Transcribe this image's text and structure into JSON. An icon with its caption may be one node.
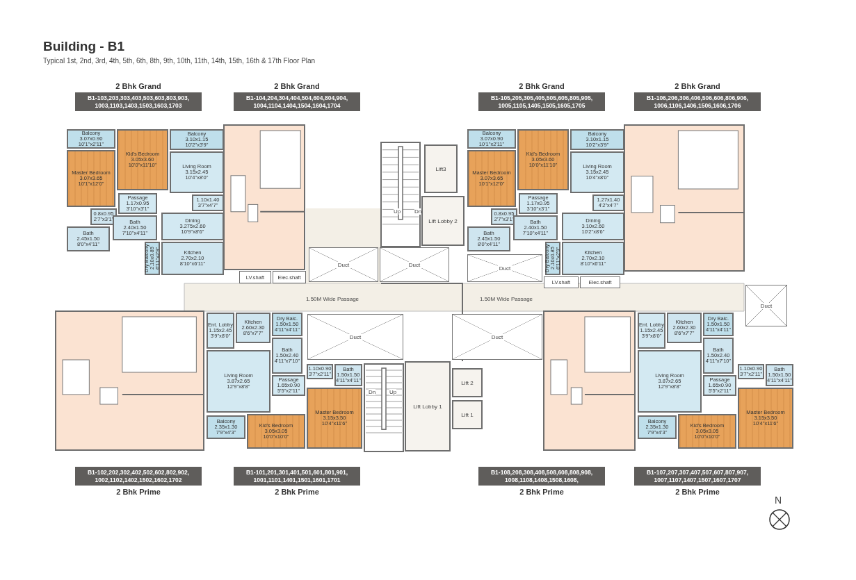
{
  "diagram": {
    "title": "Building - B1",
    "nodes": [
      {
        "text": [
          "2 Bhk Grand",
          "B1-103,203,303,403,503,603,803,903, 1003,1103,1403,1503,1603,1703"
        ]
      },
      {
        "text": [
          "2 Bhk Grand",
          "B1-104,204,304,404,504,604,804,904, 1004,1104,1404,1504,1604,1704"
        ]
      },
      {
        "text": [
          "2 Bhk Grand",
          "B1-105,205,305,405,505,605,805,905, 1005,1105,1405,1505,1605,1705"
        ]
      },
      {
        "text": [
          "2 Bhk Grand",
          "B1-106,206,306,406,506,606,806,906, 1006,1106,1406,1506,1606,1706"
        ]
      },
      {
        "text": [
          "Balcony",
          "3.07x0.90",
          "10'1\"x2'11\""
        ]
      },
      {
        "text": [
          "Kid's Bedroom",
          "3.05x3.60",
          "10'0\"x11'10\""
        ]
      },
      {
        "text": [
          "Balcony",
          "3.10x1.15",
          "10'2\"x3'9\""
        ]
      },
      {
        "text": [
          "Master Bedroom",
          "3.07x3.65",
          "10'1\"x12'0\""
        ]
      },
      {
        "text": [
          "Living Room",
          "3.15x2.45",
          "10'4\"x8'0\""
        ]
      },
      {
        "text": [
          "0.8x0.95",
          "2'7\"x3'1\""
        ]
      },
      {
        "text": [
          "Passage",
          "1.17x0.95",
          "3'10\"x3'1\""
        ]
      },
      {
        "text": [
          "1.10x1.40",
          "3'7\"x4'7\""
        ]
      },
      {
        "text": [
          "Bath",
          "2.45x1.50",
          "8'0\"x4'11\""
        ]
      },
      {
        "text": [
          "Bath",
          "2.40x1.50",
          "7'10\"x4'11\""
        ]
      },
      {
        "text": [
          "Dining",
          "3.275x2.60",
          "10'9\"x8'6\""
        ]
      },
      {
        "text": [
          "Dry Balcony",
          "2.10x0.85",
          "6'11\"x2'9\""
        ]
      },
      {
        "text": [
          "Kitchen",
          "2.70x2.10",
          "8'10\"x6'11\""
        ]
      },
      {
        "text": [
          "Balcony",
          "3.07x0.90",
          "10'1\"x2'11\""
        ]
      },
      {
        "text": [
          "Kid's Bedroom",
          "3.05x3.60",
          "10'0\"x11'10\""
        ]
      },
      {
        "text": [
          "Balcony",
          "3.10x1.15",
          "10'2\"x3'9\""
        ]
      },
      {
        "text": [
          "Master Bedroom",
          "3.07x3.65",
          "10'1\"x12'0\""
        ]
      },
      {
        "text": [
          "Living Room",
          "3.15x2.45",
          "10'4\"x8'0\""
        ]
      },
      {
        "text": [
          "0.8x0.95",
          "2'7\"x3'1\""
        ]
      },
      {
        "text": [
          "Passage",
          "1.17x0.95",
          "3'10\"x3'1\""
        ]
      },
      {
        "text": [
          "1.27x1.40",
          "4'2\"x4'7\""
        ]
      },
      {
        "text": [
          "Bath",
          "2.45x1.50",
          "8'0\"x4'11\""
        ]
      },
      {
        "text": [
          "Bath",
          "2.40x1.50",
          "7'10\"x4'11\""
        ]
      },
      {
        "text": [
          "Dining",
          "3.10x2.60",
          "10'2\"x8'6\""
        ]
      },
      {
        "text": [
          "Dry Balcony",
          "2.10x0.85",
          "6'11\"x2'9\""
        ]
      },
      {
        "text": [
          "Kitchen",
          "2.70x2.10",
          "8'10\"x6'11\""
        ]
      },
      {
        "text": [
          "Lift3"
        ]
      },
      {
        "text": [
          "Lift Lobby 2"
        ]
      },
      {
        "text": [
          "Duct"
        ]
      },
      {
        "text": [
          "Duct"
        ]
      },
      {
        "text": [
          "Duct"
        ]
      },
      {
        "text": [
          "LV.shaft"
        ]
      },
      {
        "text": [
          "Elec.shaft"
        ]
      },
      {
        "text": [
          "LV.shaft"
        ]
      },
      {
        "text": [
          "Elec.shaft"
        ]
      },
      {
        "text": [
          "Duct"
        ]
      },
      {
        "text": [
          "Duct"
        ]
      },
      {
        "text": [
          "Duct"
        ]
      },
      {
        "text": [
          "Ent. Lobby",
          "1.15x2.45",
          "3'9\"x8'0\""
        ]
      },
      {
        "text": [
          "Kitchen",
          "2.60x2.30",
          "8'6\"x7'7\""
        ]
      },
      {
        "text": [
          "Dry Balc.",
          "1.50x1.50",
          "4'11\"x4'11\""
        ]
      },
      {
        "text": [
          "Bath",
          "1.50x2.40",
          "4'11\"x7'10\""
        ]
      },
      {
        "text": [
          "Living Room",
          "3.87x2.65",
          "12'9\"x8'8\""
        ]
      },
      {
        "text": [
          "Passage",
          "1.65x0.90",
          "5'5\"x2'11\""
        ]
      },
      {
        "text": [
          "1.10x0.90",
          "3'7\"x2'11\""
        ]
      },
      {
        "text": [
          "Bath",
          "1.50x1.50",
          "4'11\"x4'11\""
        ]
      },
      {
        "text": [
          "Balcony",
          "2.35x1.30",
          "7'9\"x4'3\""
        ]
      },
      {
        "text": [
          "Kid's Bedroom",
          "3.05x3.05",
          "10'0\"x10'0\""
        ]
      },
      {
        "text": [
          "Master Bedroom",
          "3.15x3.50",
          "10'4\"x11'6\""
        ]
      },
      {
        "text": [
          "Ent. Lobby",
          "1.15x2.45",
          "3'9\"x8'0\""
        ]
      },
      {
        "text": [
          "Kitchen",
          "2.60x2.30",
          "8'6\"x7'7\""
        ]
      },
      {
        "text": [
          "Dry Balc.",
          "1.50x1.50",
          "4'11\"x4'11\""
        ]
      },
      {
        "text": [
          "Bath",
          "1.50x2.40",
          "4'11\"x7'10\""
        ]
      },
      {
        "text": [
          "Living Room",
          "3.87x2.65",
          "12'9\"x8'8\""
        ]
      },
      {
        "text": [
          "Passage",
          "1.65x0.90",
          "5'5\"x2'11\""
        ]
      },
      {
        "text": [
          "1.10x0.90",
          "3'7\"x2'11\""
        ]
      },
      {
        "text": [
          "Bath",
          "1.50x1.50",
          "4'11\"x4'11\""
        ]
      },
      {
        "text": [
          "Balcony",
          "2.35x1.30",
          "7'9\"x4'3\""
        ]
      },
      {
        "text": [
          "Kid's Bedroom",
          "3.05x3.05",
          "10'0\"x10'0\""
        ]
      },
      {
        "text": [
          "Master Bedroom",
          "3.15x3.50",
          "10'4\"x11'6\""
        ]
      },
      {
        "text": [
          "Lift Lobby 1"
        ]
      },
      {
        "text": [
          "Lift 2"
        ]
      },
      {
        "text": [
          "Lift 1"
        ]
      },
      {
        "text": [
          "B1-102,202,302,402,502,602,802,902, 1002,1102,1402,1502,1602,1702",
          "2 Bhk Prime"
        ]
      },
      {
        "text": [
          "B1-101,201,301,401,501,601,801,901, 1001,1101,1401,1501,1601,1701",
          "2 Bhk Prime"
        ]
      },
      {
        "text": [
          "B1-108,208,308,408,508,608,808,908, 1008,1108,1408,1508,1608,",
          "2 Bhk Prime"
        ]
      },
      {
        "text": [
          "B1-107,207,307,407,507,607,807,907, 1007,1107,1407,1507,1607,1707",
          "2 Bhk Prime"
        ]
      }
    ],
    "labels": [
      "Typical 1st, 2nd, 3rd, 4th, 5th, 6th, 8th, 9th, 10th, 11th, 14th, 15th, 16th & 17th Floor Plan",
      "Up",
      "Dn",
      "1.50M Wide Passage",
      "1.50M Wide Passage",
      "Dn",
      "Up",
      "N"
    ]
  }
}
